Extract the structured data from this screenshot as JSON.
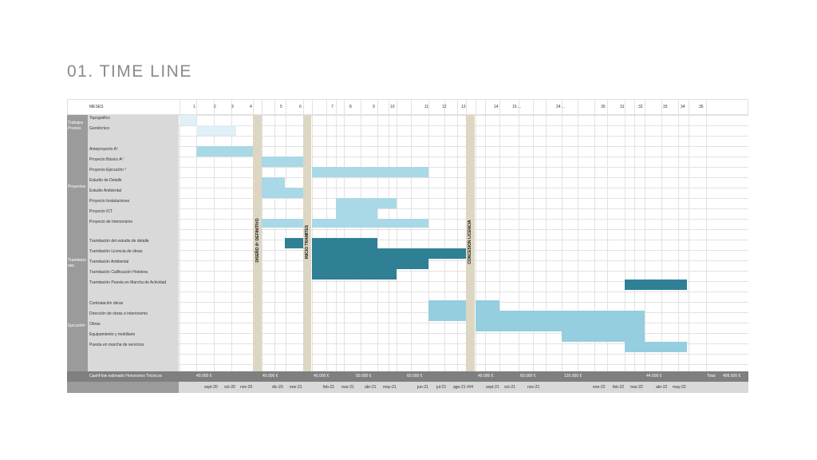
{
  "title": "01.  TIME LINE",
  "header": {
    "meses": "MESES",
    "months": [
      "1",
      "2",
      "3",
      "4",
      "5",
      "6",
      "7",
      "8",
      "9",
      "10",
      "11",
      "12",
      "13",
      "14",
      "15 ...",
      "24 ...",
      "30",
      "31",
      "32",
      "33",
      "34",
      "35"
    ]
  },
  "phases": [
    "Trabajos Previos",
    "Proyectos",
    "Tramitaciones",
    "Ejecución"
  ],
  "tasks": [
    "Topográfico",
    "Geotécnico",
    "Anteproyecto Aº",
    "Proyecto Básico Aº",
    "Proyecto Ejecución º",
    "Estudio de Detalle",
    "Estudio Ambiental",
    "Proyecto Instalaciones",
    "Proyecto ICT",
    "Proyecto de Interiorismo",
    "Tramitación del estudio de detalle",
    "Tramitación Licencia de obras",
    "Tramitación Ambiental",
    "Tramitación Calificación Hotelera",
    "Tramitación Puesta en Marcha de Actividad",
    "Contratación obras",
    "Dirección de obras e interiorismo",
    "Obras",
    "Equipamiento y mobiliario",
    "Puesta en marcha de servicios"
  ],
  "milestones": [
    "DISEÑO Aº DEFINITIVO",
    "INICIO TRAMITES",
    "CONCESION LICENCIA"
  ],
  "cashflow": {
    "label": "CashFlow estimado Honorarios Técnicos",
    "values": [
      "40.000 €",
      "40.000 €",
      "45.000 €",
      "50.000 €",
      "60.000 €",
      "40.000 €",
      "60.000 €",
      "120.000 €",
      "44.500 €"
    ],
    "total_label": "Total",
    "total_value": "499.500 €"
  },
  "dates": [
    "sept-20",
    "oct-20",
    "nov-20",
    "dic-20",
    "ene-21",
    "feb-21",
    "mar-21",
    "abr-21",
    "may-21",
    "jun-21",
    "jul-21",
    "ago-21",
    "###",
    "sept-21",
    "oct-21",
    "nov-21",
    "ene-22",
    "feb-22",
    "mar-22",
    "abr-22",
    "may-22"
  ],
  "colors": {
    "light": "#a9d8e6",
    "lighter": "#dff0f6",
    "mid": "#95cede",
    "dark": "#2f8094",
    "milestone": "#ddd6c3",
    "phase_col": "#9b9b9b",
    "label_col": "#d9d9d9",
    "footer": "#7f7f7f"
  }
}
